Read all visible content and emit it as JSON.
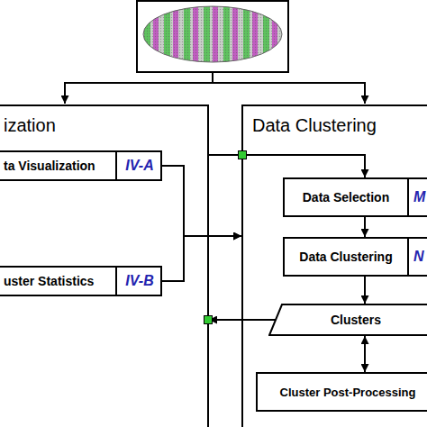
{
  "diagram": {
    "nodes": [
      {
        "text": [
          "ization"
        ]
      },
      {
        "text": [
          "ta Visualization",
          "IV-A"
        ],
        "in": 0
      },
      {
        "text": [
          "uster Statistics",
          "IV-B"
        ],
        "in": 0
      },
      {
        "text": [
          "Data Clustering"
        ]
      },
      {
        "text": [
          "Data Selection",
          "M"
        ],
        "in": 3
      },
      {
        "text": [
          "Data Clustering",
          "N"
        ],
        "in": 3
      },
      {
        "text": [
          "Clusters"
        ],
        "in": 3
      },
      {
        "text": [
          "Cluster Post-Processing"
        ],
        "in": 3
      }
    ],
    "edges": [
      {
        "from": 0,
        "to": 4,
        "arrow": "to"
      },
      {
        "from": 1,
        "to": 3,
        "arrow": "to"
      },
      {
        "from": 2,
        "to": 3,
        "arrow": "to"
      },
      {
        "from": 4,
        "to": 5,
        "arrow": "to"
      },
      {
        "from": 5,
        "to": 6,
        "arrow": "to"
      },
      {
        "from": 6,
        "to": 7,
        "arrow": "both"
      },
      {
        "from": 6,
        "to": 0,
        "arrow": "to"
      }
    ]
  }
}
